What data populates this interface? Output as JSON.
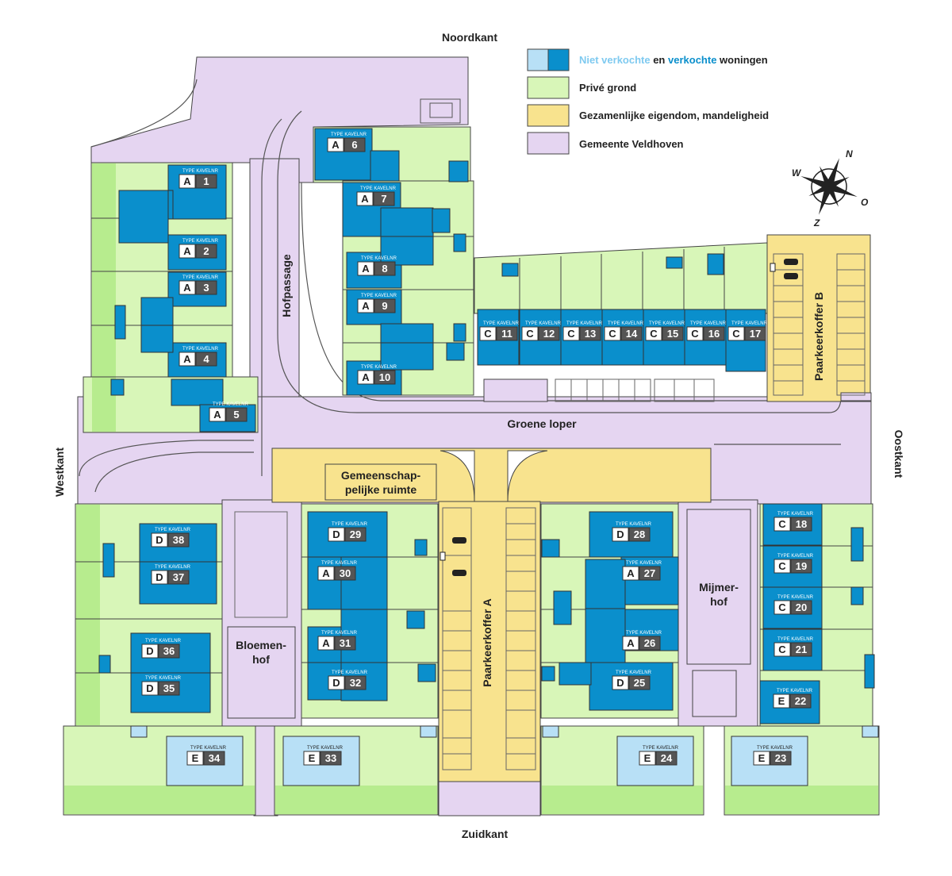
{
  "colors": {
    "sold": "#0a8fcc",
    "unsold": "#b8e0f6",
    "private": "#d8f6b8",
    "private_dark": "#b7ec8e",
    "shared": "#f8e38e",
    "municipal": "#e5d5f1",
    "outline": "#444444"
  },
  "compass": {
    "n": "N",
    "o": "O",
    "z": "Z",
    "w": "W"
  },
  "directions": {
    "north": "Noordkant",
    "south": "Zuidkant",
    "west": "Westkant",
    "east": "Oostkant"
  },
  "legend": [
    {
      "text_unsold": "Niet verkochte",
      "text_and": " en ",
      "text_sold": "verkochte",
      "text_rest": " woningen"
    },
    {
      "text": "Privé grond"
    },
    {
      "text": "Gezamenlijke eigendom, mandeligheid"
    },
    {
      "text": "Gemeente Veldhoven"
    }
  ],
  "areas": {
    "hofpassage": "Hofpassage",
    "groene_loper": "Groene loper",
    "parkeerkoffer_a": "Paarkeerkoffer A",
    "parkeerkoffer_b": "Paarkeerkoffer B",
    "gemeenschap_1": "Gemeenschap-",
    "gemeenschap_2": "pelijke ruimte",
    "bloemenhof_1": "Bloemen-",
    "bloemenhof_2": "hof",
    "mijmerhof_1": "Mijmer-",
    "mijmerhof_2": "hof"
  },
  "tag_header": "TYPE  KAVELNR",
  "plots": [
    {
      "type": "A",
      "num": "1",
      "sold": true
    },
    {
      "type": "A",
      "num": "2",
      "sold": true
    },
    {
      "type": "A",
      "num": "3",
      "sold": true
    },
    {
      "type": "A",
      "num": "4",
      "sold": true
    },
    {
      "type": "A",
      "num": "5",
      "sold": true
    },
    {
      "type": "A",
      "num": "6",
      "sold": true
    },
    {
      "type": "A",
      "num": "7",
      "sold": true
    },
    {
      "type": "A",
      "num": "8",
      "sold": true
    },
    {
      "type": "A",
      "num": "9",
      "sold": true
    },
    {
      "type": "A",
      "num": "10",
      "sold": true
    },
    {
      "type": "C",
      "num": "11",
      "sold": true
    },
    {
      "type": "C",
      "num": "12",
      "sold": true
    },
    {
      "type": "C",
      "num": "13",
      "sold": true
    },
    {
      "type": "C",
      "num": "14",
      "sold": true
    },
    {
      "type": "C",
      "num": "15",
      "sold": true
    },
    {
      "type": "C",
      "num": "16",
      "sold": true
    },
    {
      "type": "C",
      "num": "17",
      "sold": true
    },
    {
      "type": "C",
      "num": "18",
      "sold": true
    },
    {
      "type": "C",
      "num": "19",
      "sold": true
    },
    {
      "type": "C",
      "num": "20",
      "sold": true
    },
    {
      "type": "C",
      "num": "21",
      "sold": true
    },
    {
      "type": "E",
      "num": "22",
      "sold": true
    },
    {
      "type": "E",
      "num": "23",
      "sold": false
    },
    {
      "type": "E",
      "num": "24",
      "sold": false
    },
    {
      "type": "D",
      "num": "25",
      "sold": true
    },
    {
      "type": "A",
      "num": "26",
      "sold": true
    },
    {
      "type": "A",
      "num": "27",
      "sold": true
    },
    {
      "type": "D",
      "num": "28",
      "sold": true
    },
    {
      "type": "D",
      "num": "29",
      "sold": true
    },
    {
      "type": "A",
      "num": "30",
      "sold": true
    },
    {
      "type": "A",
      "num": "31",
      "sold": true
    },
    {
      "type": "D",
      "num": "32",
      "sold": true
    },
    {
      "type": "E",
      "num": "33",
      "sold": false
    },
    {
      "type": "E",
      "num": "34",
      "sold": false
    },
    {
      "type": "D",
      "num": "35",
      "sold": true
    },
    {
      "type": "D",
      "num": "36",
      "sold": true
    },
    {
      "type": "D",
      "num": "37",
      "sold": true
    },
    {
      "type": "D",
      "num": "38",
      "sold": true
    }
  ]
}
